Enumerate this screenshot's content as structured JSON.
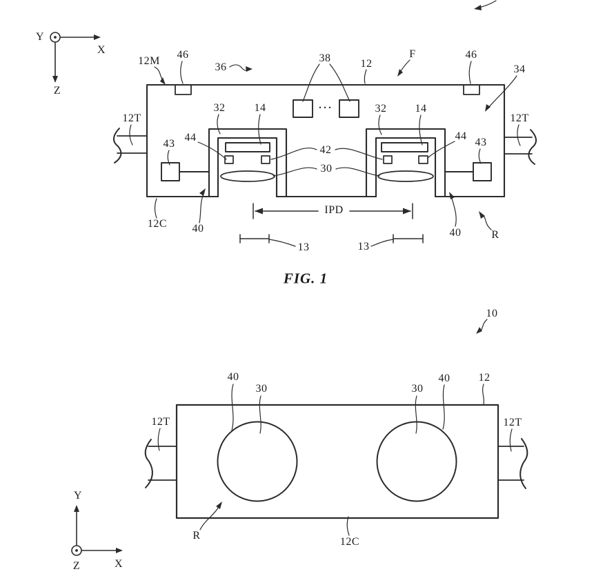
{
  "colors": {
    "background": "#ffffff",
    "line": "#2b2b2b",
    "text": "#1c1c1c"
  },
  "fig1": {
    "caption": "FIG. 1",
    "axes": {
      "y": "Y",
      "x": "X",
      "z": "Z"
    },
    "refs": {
      "r12M": "12M",
      "r46_left": "46",
      "r36": "36",
      "r38": "38",
      "r12": "12",
      "rF": "F",
      "r46_right": "46",
      "r34": "34",
      "r12T_left": "12T",
      "r12T_right": "12T",
      "r32_left": "32",
      "r14_left": "14",
      "r32_right": "32",
      "r14_right": "14",
      "r43_left": "43",
      "r44_left": "44",
      "r42": "42",
      "r30": "30",
      "r44_right": "44",
      "r43_right": "43",
      "r12C": "12C",
      "r40_left": "40",
      "r40_right": "40",
      "rR": "R",
      "r13_left": "13",
      "r13_right": "13",
      "ipd": "IPD",
      "dots": "···"
    }
  },
  "fig2": {
    "axes": {
      "y": "Y",
      "x": "X",
      "z": "Z"
    },
    "refs": {
      "r10": "10",
      "r40_left": "40",
      "r30_left": "30",
      "r30_right": "30",
      "r40_right": "40",
      "r12": "12",
      "r12T_left": "12T",
      "r12T_right": "12T",
      "rR": "R",
      "r12C": "12C"
    }
  }
}
